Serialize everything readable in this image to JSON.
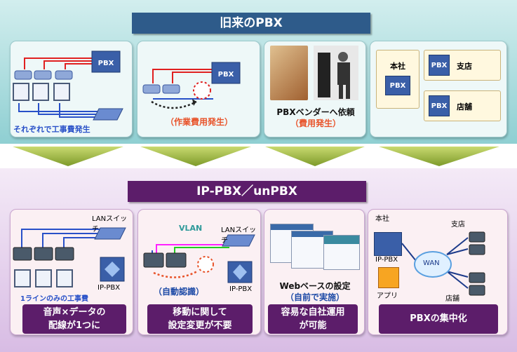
{
  "top": {
    "title": "旧来のPBX",
    "panel1": {
      "pbx": "PBX",
      "caption": "それぞれで工事費発生"
    },
    "panel2": {
      "pbx": "PBX",
      "note": "（作業費用発生）"
    },
    "panel3": {
      "line1": "PBXベンダーへ依頼",
      "line2": "（費用発生）"
    },
    "panel4": {
      "honsha": "本社",
      "shiten": "支店",
      "tenpo": "店舗",
      "pbx": "PBX"
    }
  },
  "bottom": {
    "title": "IP-PBX／unPBX",
    "panel1": {
      "lan_switch": "LANスイッチ",
      "ip_pbx": "IP-PBX",
      "caption": "1ラインのみの工事費",
      "label_line1": "音声×データの",
      "label_line2": "配線が1つに"
    },
    "panel2": {
      "vlan": "VLAN",
      "lan_switch": "LANスイッチ",
      "ip_pbx": "IP-PBX",
      "note": "（自動認識）",
      "label_line1": "移動に関して",
      "label_line2": "設定変更が不要"
    },
    "panel3": {
      "line1": "Webベースの設定",
      "line2": "（自前で実施）",
      "label_line1": "容易な自社運用",
      "label_line2": "が可能"
    },
    "panel4": {
      "honsha": "本社",
      "ip_pbx": "IP-PBX",
      "app": "アプリ",
      "wan": "WAN",
      "shiten": "支店",
      "tenpo": "店舗",
      "label": "PBXの集中化"
    }
  },
  "colors": {
    "top_band": "#8fcfd2",
    "bottom_band": "#d8bce4",
    "title_top": "#2e5b8a",
    "title_bottom": "#5c1d6a",
    "accent_red": "#e8532a",
    "accent_blue": "#1c49a6"
  }
}
